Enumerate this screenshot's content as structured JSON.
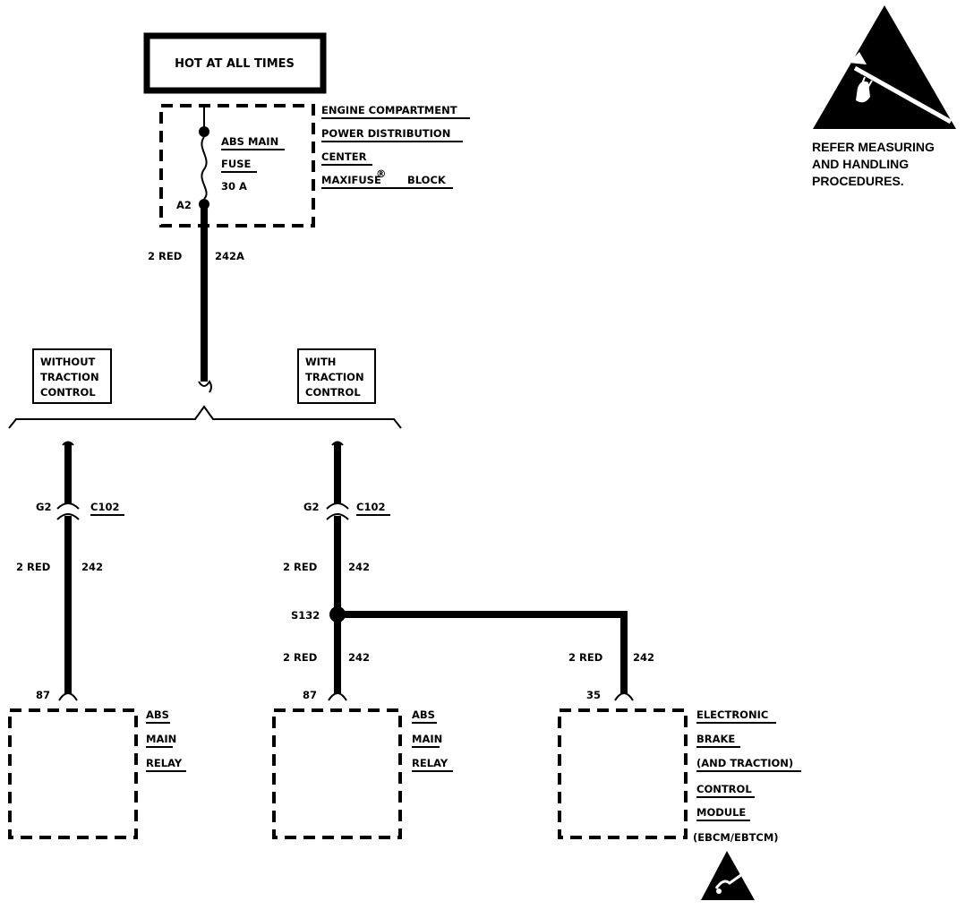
{
  "power_source": {
    "label": "HOT AT ALL TIMES"
  },
  "distribution_center": {
    "name_lines": [
      "ENGINE COMPARTMENT",
      "POWER DISTRIBUTION",
      "CENTER",
      "MAXIFUSE",
      "BLOCK"
    ],
    "fuse_lines": [
      "ABS MAIN",
      "FUSE",
      "30 A"
    ],
    "terminal": "A2"
  },
  "main_wire": {
    "gauge_color": "2 RED",
    "circuit": "242A"
  },
  "options": {
    "without": [
      "WITHOUT",
      "TRACTION",
      "CONTROL"
    ],
    "with": [
      "WITH",
      "TRACTION",
      "CONTROL"
    ]
  },
  "left_branch": {
    "connector_pin": "G2",
    "connector": "C102",
    "wire_gauge_color": "2 RED",
    "wire_circuit": "242",
    "relay_pin": "87",
    "component_lines": [
      "ABS",
      "MAIN",
      "RELAY"
    ]
  },
  "right_branch": {
    "connector_pin": "G2",
    "connector": "C102",
    "wire1_gauge_color": "2 RED",
    "wire1_circuit": "242",
    "splice": "S132",
    "wire2_gauge_color": "2 RED",
    "wire2_circuit": "242",
    "relay_pin": "87",
    "component_lines": [
      "ABS",
      "MAIN",
      "RELAY"
    ],
    "module_wire_gauge_color": "2 RED",
    "module_wire_circuit": "242",
    "module_pin": "35",
    "module_lines": [
      "ELECTRONIC",
      "BRAKE",
      "(AND TRACTION)",
      "CONTROL",
      "MODULE",
      "(EBCM/EBTCM)"
    ]
  },
  "esd_notice": {
    "lines": [
      "REFER MEASURING",
      "AND HANDLING",
      "PROCEDURES."
    ]
  },
  "icons": {
    "esd_warning": "esd-warning-icon"
  }
}
